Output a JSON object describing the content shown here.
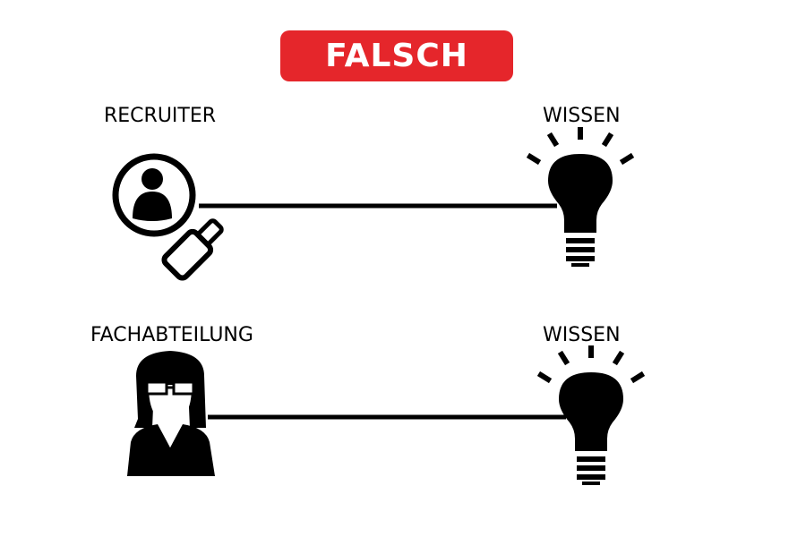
{
  "header": {
    "badge_text": "FALSCH"
  },
  "colors": {
    "badge_bg": "#e5262b",
    "ink": "#000000"
  },
  "rows": [
    {
      "actor_label": "RECRUITER",
      "actor_icon": "magnifier-person-icon",
      "target_label": "WISSEN",
      "target_icon": "lightbulb-icon"
    },
    {
      "actor_label": "FACHABTEILUNG",
      "actor_icon": "woman-with-glasses-icon",
      "target_label": "WISSEN",
      "target_icon": "lightbulb-icon"
    }
  ]
}
